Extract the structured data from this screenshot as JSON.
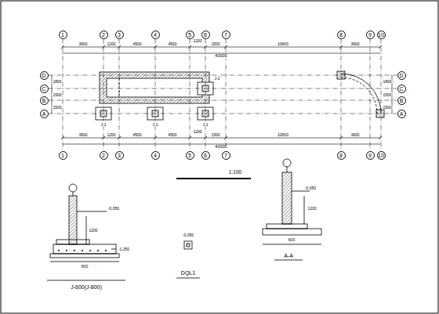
{
  "diagram": {
    "nodes": [
      {
        "text": [
          "1"
        ]
      },
      {
        "text": [
          "2"
        ]
      },
      {
        "text": [
          "3"
        ]
      },
      {
        "text": [
          "4"
        ]
      },
      {
        "text": [
          "5"
        ]
      },
      {
        "text": [
          "6"
        ]
      },
      {
        "text": [
          "7"
        ]
      },
      {
        "text": [
          "8"
        ]
      },
      {
        "text": [
          "9"
        ]
      },
      {
        "text": [
          "10"
        ]
      },
      {
        "text": [
          "1"
        ]
      },
      {
        "text": [
          "2"
        ]
      },
      {
        "text": [
          "3"
        ]
      },
      {
        "text": [
          "4"
        ]
      },
      {
        "text": [
          "5"
        ]
      },
      {
        "text": [
          "6"
        ]
      },
      {
        "text": [
          "7"
        ]
      },
      {
        "text": [
          "8"
        ]
      },
      {
        "text": [
          "9"
        ]
      },
      {
        "text": [
          "10"
        ]
      },
      {
        "text": [
          "D"
        ]
      },
      {
        "text": [
          "C"
        ]
      },
      {
        "text": [
          "B"
        ]
      },
      {
        "text": [
          "A"
        ]
      },
      {
        "text": [
          "D"
        ]
      },
      {
        "text": [
          "C"
        ]
      },
      {
        "text": [
          "B"
        ]
      },
      {
        "text": [
          "A"
        ]
      }
    ],
    "edges": [
      {
        "from": 0,
        "to": 10,
        "arrow": "none"
      },
      {
        "from": 1,
        "to": 11,
        "arrow": "none"
      },
      {
        "from": 2,
        "to": 12,
        "arrow": "none"
      },
      {
        "from": 3,
        "to": 13,
        "arrow": "none"
      },
      {
        "from": 4,
        "to": 14,
        "arrow": "none"
      },
      {
        "from": 5,
        "to": 15,
        "arrow": "none"
      },
      {
        "from": 6,
        "to": 16,
        "arrow": "none"
      },
      {
        "from": 7,
        "to": 17,
        "arrow": "none"
      },
      {
        "from": 8,
        "to": 18,
        "arrow": "none"
      },
      {
        "from": 9,
        "to": 19,
        "arrow": "none"
      },
      {
        "from": 20,
        "to": 24,
        "arrow": "none"
      },
      {
        "from": 21,
        "to": 25,
        "arrow": "none"
      },
      {
        "from": 22,
        "to": 26,
        "arrow": "none"
      },
      {
        "from": 23,
        "to": 27,
        "arrow": "none"
      }
    ],
    "labels": [
      "3600",
      "1200",
      "4500",
      "4500",
      "1200",
      "1500",
      "10800",
      "3600",
      "40000",
      "3600",
      "1200",
      "4500",
      "4500",
      "1200",
      "1500",
      "10800",
      "3600",
      "40000",
      "1800",
      "1500",
      "1500",
      "1800",
      "1500",
      "1500",
      "J-1",
      "J-1",
      "J-1",
      "J-2",
      "1:100",
      "-0.050",
      "1200",
      "-1.250",
      "600",
      "J-600(J-800)",
      "-0.050",
      "DQL1",
      "-0.050",
      "1200",
      "600",
      "A-A"
    ]
  }
}
